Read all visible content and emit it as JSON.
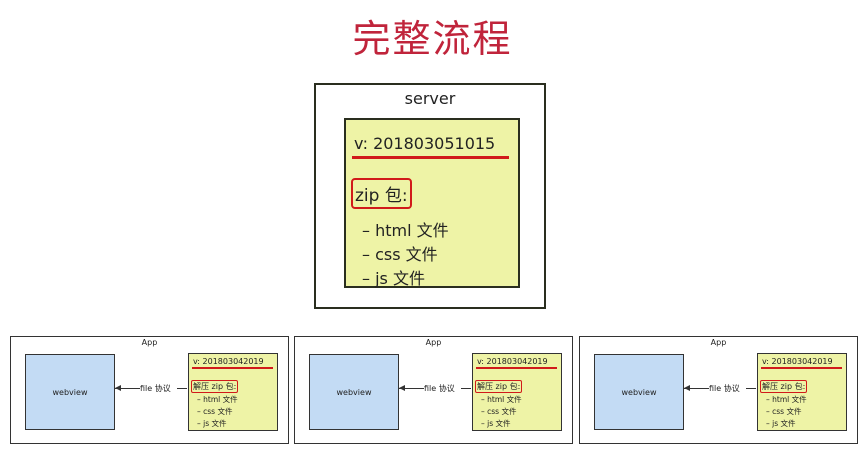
{
  "title": "完整流程",
  "server": {
    "label": "server",
    "version": "v: 201803051015",
    "zip": "zip 包:",
    "files": [
      "– html 文件",
      "– css 文件",
      "– js 文件"
    ]
  },
  "apps": [
    {
      "label": "App",
      "webview": "webview",
      "protocol": "file 协议",
      "version": "v: 201803042019",
      "zip": "解压 zip 包:",
      "files": [
        "– html 文件",
        "– css 文件",
        "– js 文件"
      ]
    },
    {
      "label": "App",
      "webview": "webview",
      "protocol": "file 协议",
      "version": "v: 201803042019",
      "zip": "解压 zip 包:",
      "files": [
        "– html 文件",
        "– css 文件",
        "– js 文件"
      ]
    },
    {
      "label": "App",
      "webview": "webview",
      "protocol": "file 协议",
      "version": "v: 201803042019",
      "zip": "解压 zip 包:",
      "files": [
        "– html 文件",
        "– css 文件",
        "– js 文件"
      ]
    }
  ],
  "colors": {
    "title": "#c0243b",
    "highlight": "#d11a1a",
    "package_fill": "#eef3a6",
    "webview_fill": "#c3dbf4"
  }
}
